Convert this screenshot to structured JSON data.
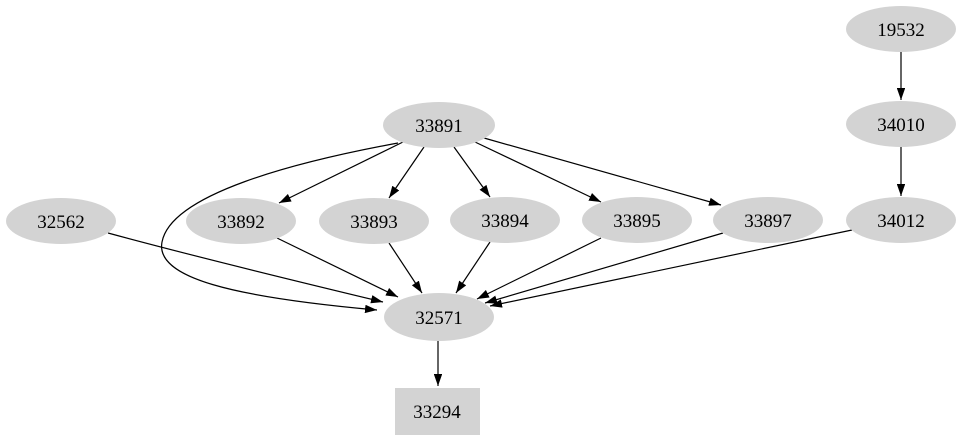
{
  "diagram": {
    "type": "directed-graph",
    "background": "#ffffff",
    "node_fill": "#d3d3d3",
    "text_color": "#000000",
    "edge_color": "#000000",
    "nodes": [
      {
        "id": "19532",
        "label": "19532",
        "shape": "ellipse"
      },
      {
        "id": "34010",
        "label": "34010",
        "shape": "ellipse"
      },
      {
        "id": "34012",
        "label": "34012",
        "shape": "ellipse"
      },
      {
        "id": "33891",
        "label": "33891",
        "shape": "ellipse"
      },
      {
        "id": "32562",
        "label": "32562",
        "shape": "ellipse"
      },
      {
        "id": "33892",
        "label": "33892",
        "shape": "ellipse"
      },
      {
        "id": "33893",
        "label": "33893",
        "shape": "ellipse"
      },
      {
        "id": "33894",
        "label": "33894",
        "shape": "ellipse"
      },
      {
        "id": "33895",
        "label": "33895",
        "shape": "ellipse"
      },
      {
        "id": "33897",
        "label": "33897",
        "shape": "ellipse"
      },
      {
        "id": "32571",
        "label": "32571",
        "shape": "ellipse"
      },
      {
        "id": "33294",
        "label": "33294",
        "shape": "box"
      }
    ],
    "edges": [
      {
        "from": "19532",
        "to": "34010"
      },
      {
        "from": "34010",
        "to": "34012"
      },
      {
        "from": "33891",
        "to": "33892"
      },
      {
        "from": "33891",
        "to": "33893"
      },
      {
        "from": "33891",
        "to": "33894"
      },
      {
        "from": "33891",
        "to": "33895"
      },
      {
        "from": "33891",
        "to": "33897"
      },
      {
        "from": "33891",
        "to": "32571"
      },
      {
        "from": "32562",
        "to": "32571"
      },
      {
        "from": "33892",
        "to": "32571"
      },
      {
        "from": "33893",
        "to": "32571"
      },
      {
        "from": "33894",
        "to": "32571"
      },
      {
        "from": "33895",
        "to": "32571"
      },
      {
        "from": "33897",
        "to": "32571"
      },
      {
        "from": "34012",
        "to": "32571"
      },
      {
        "from": "32571",
        "to": "33294"
      }
    ]
  }
}
